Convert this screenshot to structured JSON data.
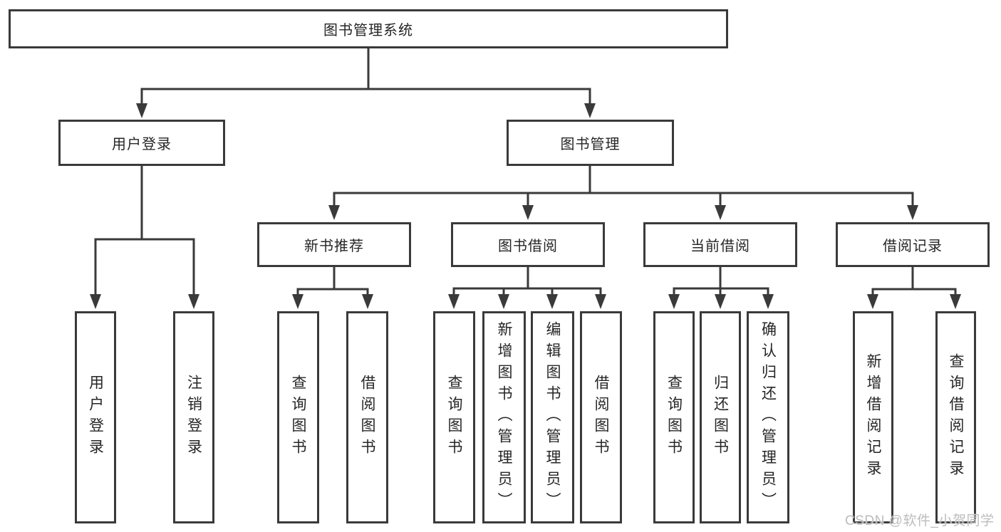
{
  "diagram": {
    "type": "hierarchy-tree",
    "orientation": "top-down",
    "colors": {
      "line": "#3a3a3a",
      "box_border": "#3a3a3a",
      "box_fill": "#ffffff",
      "text": "#262626",
      "watermark": "#bcbcbc",
      "background": "#ffffff"
    }
  },
  "tree": {
    "root": "图书管理系统",
    "children": [
      {
        "label": "用户登录",
        "children": [
          "用户登录",
          "注销登录"
        ]
      },
      {
        "label": "图书管理",
        "children": [
          {
            "label": "新书推荐",
            "children": [
              "查询图书",
              "借阅图书"
            ]
          },
          {
            "label": "图书借阅",
            "children": [
              "查询图书",
              "新增图书（管理员）",
              "编辑图书（管理员）",
              "借阅图书"
            ]
          },
          {
            "label": "当前借阅",
            "children": [
              "查询图书",
              "归还图书",
              "确认归还（管理员）"
            ]
          },
          {
            "label": "借阅记录",
            "children": [
              "新增借阅记录",
              "查询借阅记录"
            ]
          }
        ]
      }
    ]
  },
  "watermark": {
    "text": "CSDN @软件_小贺同学"
  }
}
